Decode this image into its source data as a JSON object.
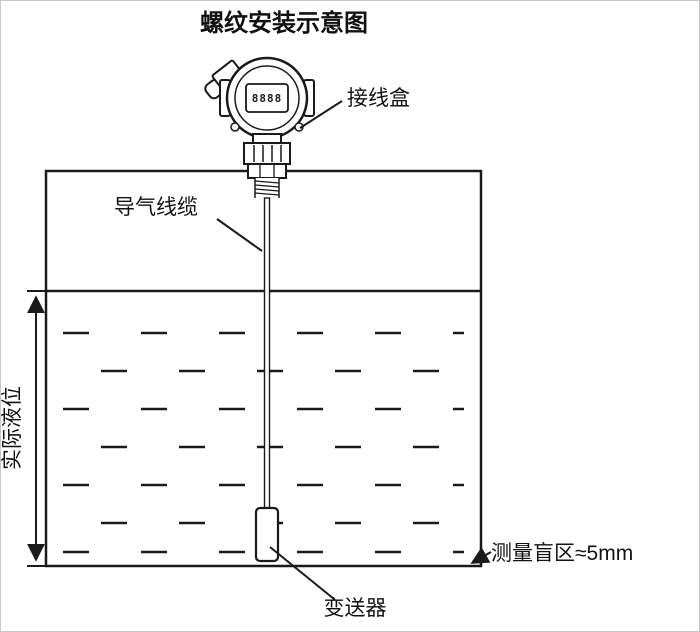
{
  "title": "螺纹安装示意图",
  "device": {
    "display": "8888"
  },
  "labels": {
    "junction_box": "接线盒",
    "air_cable": "导气线缆",
    "actual_level": "实际液位",
    "blind_zone": "测量盲区≈5mm",
    "transmitter": "变送器"
  },
  "colors": {
    "line": "#1a1a1a",
    "background": "#ffffff",
    "page_border": "#c8c8c8"
  }
}
